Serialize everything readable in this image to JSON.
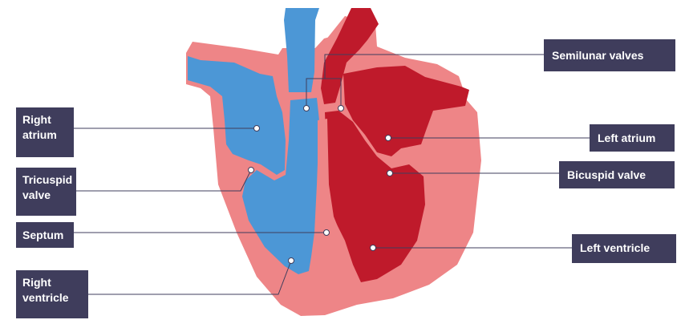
{
  "labels": {
    "right_atrium": "Right atrium",
    "tricuspid_valve": "Tricuspid valve",
    "septum": "Septum",
    "right_ventricle": "Right ventricle",
    "semilunar_valves": "Semilunar valves",
    "left_atrium": "Left atrium",
    "bicuspid_valve": "Bicuspid valve",
    "left_ventricle": "Left ventricle"
  },
  "colors": {
    "muscle": "#ee8587",
    "muscle_dark": "#d9606a",
    "deoxygenated_blood": "#4c97d6",
    "oxygenated_blood": "#bf1a2b",
    "label_background": "#3f3d5c",
    "leader_line": "#3f3d5c"
  }
}
